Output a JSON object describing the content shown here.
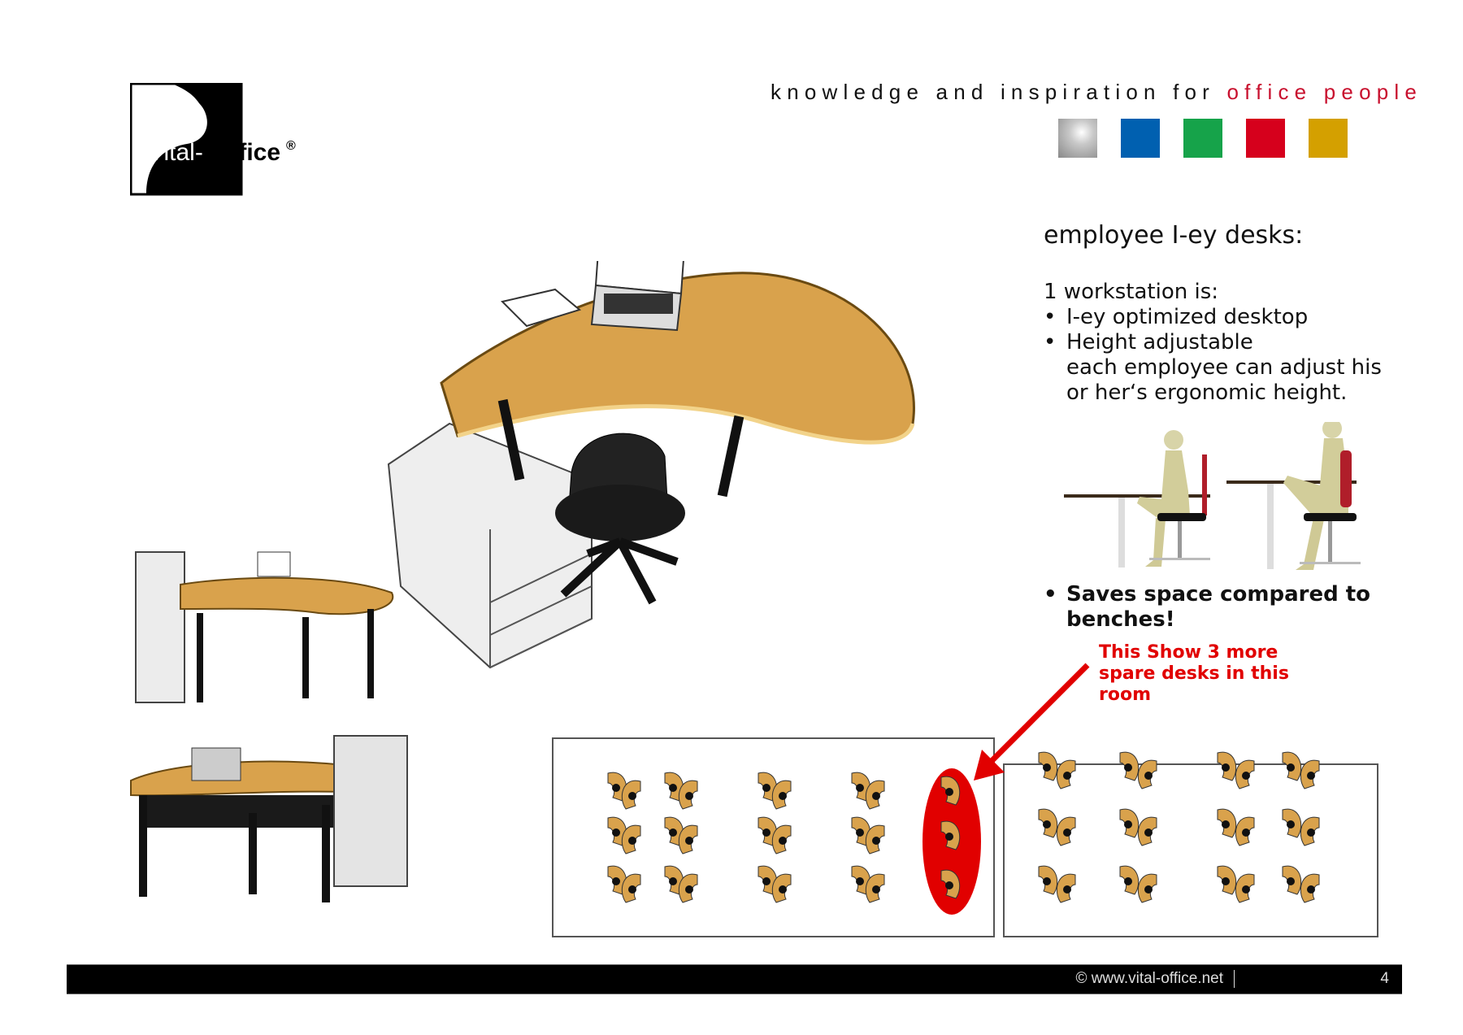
{
  "logo": {
    "text_light": "Vital-",
    "text_bold": "Office",
    "mark": "®"
  },
  "tagline": {
    "prefix": "knowledge and inspiration for ",
    "highlight": "office people"
  },
  "swatches": [
    "#a8a8a8",
    "#0060b0",
    "#16a34a",
    "#d6001c",
    "#d4a000"
  ],
  "content": {
    "heading": "employee I-ey desks:",
    "intro": "1 workstation is:",
    "bullets": [
      "I-ey optimized desktop",
      "Height adjustable"
    ],
    "bullet2_detail_line1": "each employee can adjust his",
    "bullet2_detail_line2": "or her‘s ergonomic height.",
    "saves_line1": "Saves space compared to",
    "saves_line2": "benches!"
  },
  "annotation": {
    "line1": "This Show 3 more",
    "line2": "spare desks in this",
    "line3": "room",
    "color": "#e10000"
  },
  "footer": {
    "url": "©  www.vital-office.net",
    "page": "4"
  }
}
